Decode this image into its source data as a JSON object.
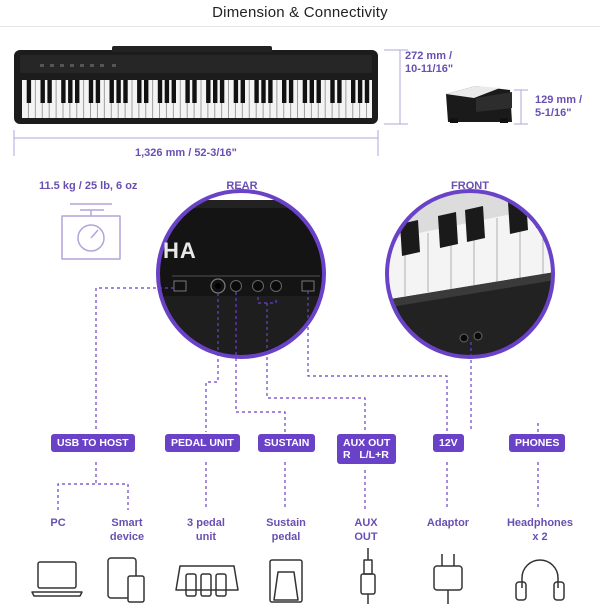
{
  "title": "Dimension & Connectivity",
  "dimensions": {
    "width": "1,326 mm / 52-3/16\"",
    "depth_line1": "272 mm /",
    "depth_line2": "10-11/16\"",
    "height_line1": "129 mm /",
    "height_line2": "5-1/16\"",
    "weight": "11.5 kg / 25 lb, 6 oz"
  },
  "sections": {
    "rear": "REAR",
    "front": "FRONT"
  },
  "logo_text": "HA",
  "ports": [
    {
      "id": "usb",
      "label": "USB TO HOST"
    },
    {
      "id": "pedal",
      "label": "PEDAL UNIT"
    },
    {
      "id": "sustain",
      "label": "SUSTAIN"
    },
    {
      "id": "aux",
      "label_line1": "AUX OUT",
      "label_line2": "R   L/L+R"
    },
    {
      "id": "dc",
      "label": "12V"
    },
    {
      "id": "phones",
      "label": "PHONES"
    }
  ],
  "devices": [
    {
      "id": "pc",
      "line1": "PC",
      "line2": "",
      "icon": "laptop-icon"
    },
    {
      "id": "smart",
      "line1": "Smart",
      "line2": "device",
      "icon": "tablet-phone-icon"
    },
    {
      "id": "pedal3",
      "line1": "3 pedal",
      "line2": "unit",
      "icon": "pedal-unit-icon"
    },
    {
      "id": "sustainpedal",
      "line1": "Sustain",
      "line2": "pedal",
      "icon": "sustain-pedal-icon"
    },
    {
      "id": "aux",
      "line1": "AUX",
      "line2": "OUT",
      "icon": "audio-jack-icon"
    },
    {
      "id": "adaptor",
      "line1": "Adaptor",
      "line2": "",
      "icon": "power-plug-icon"
    },
    {
      "id": "headphones",
      "line1": "Headphones",
      "line2": "x 2",
      "icon": "headphones-icon"
    }
  ],
  "colors": {
    "accent": "#6a42c8",
    "text_accent": "#6a4fb3",
    "piano": "#1c1c1c"
  }
}
